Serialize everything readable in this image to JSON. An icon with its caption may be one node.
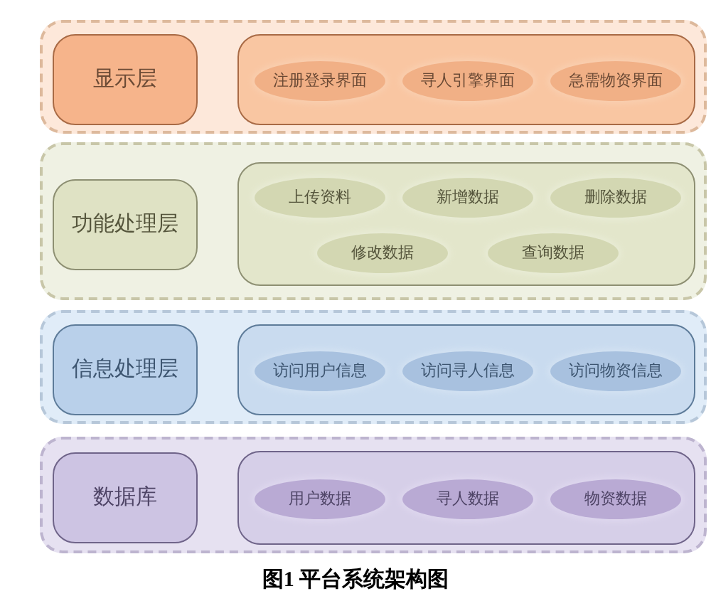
{
  "diagram": {
    "caption": "图1 平台系统架构图",
    "nodes": [
      {
        "text": [],
        "shape": "box"
      },
      {
        "text": [
          "显示层"
        ],
        "in": 0
      },
      {
        "text": [],
        "shape": "box",
        "in": 0
      },
      {
        "text": [
          "注册登录界面"
        ],
        "in": 2
      },
      {
        "text": [
          "寻人引擎界面"
        ],
        "in": 2
      },
      {
        "text": [
          "急需物资界面"
        ],
        "in": 2
      },
      {
        "text": [],
        "shape": "box"
      },
      {
        "text": [
          "功能处理层"
        ],
        "in": 6
      },
      {
        "text": [],
        "shape": "box",
        "in": 6
      },
      {
        "text": [
          "上传资料"
        ],
        "in": 8
      },
      {
        "text": [
          "新增数据"
        ],
        "in": 8
      },
      {
        "text": [
          "删除数据"
        ],
        "in": 8
      },
      {
        "text": [
          "修改数据"
        ],
        "in": 8
      },
      {
        "text": [
          "查询数据"
        ],
        "in": 8
      },
      {
        "text": [],
        "shape": "box"
      },
      {
        "text": [
          "信息处理层"
        ],
        "in": 14
      },
      {
        "text": [],
        "shape": "box",
        "in": 14
      },
      {
        "text": [
          "访问用户信息"
        ],
        "in": 16
      },
      {
        "text": [
          "访问寻人信息"
        ],
        "in": 16
      },
      {
        "text": [
          "访问物资信息"
        ],
        "in": 16
      },
      {
        "text": [],
        "shape": "box"
      },
      {
        "text": [
          "数据库"
        ],
        "in": 20
      },
      {
        "text": [],
        "shape": "box",
        "in": 20
      },
      {
        "text": [
          "用户数据"
        ],
        "in": 22
      },
      {
        "text": [
          "寻人数据"
        ],
        "in": 22
      },
      {
        "text": [
          "物资数据"
        ],
        "in": 22
      }
    ]
  }
}
